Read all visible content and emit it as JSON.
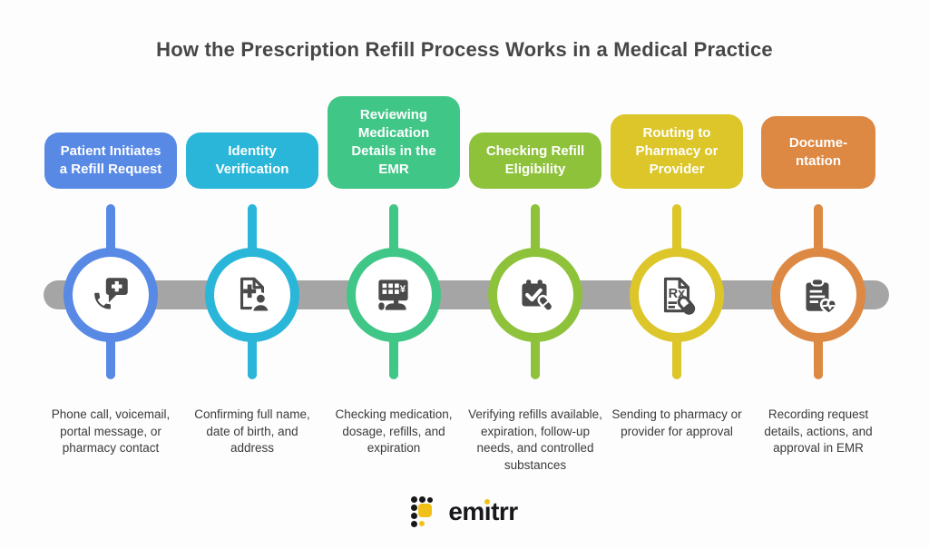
{
  "title": "How the Prescription Refill Process Works in a Medical Practice",
  "steps": [
    {
      "label": "Patient Initiates a Refill Request",
      "description": "Phone call, voicemail, portal message, or pharmacy contact",
      "color": "#5789e5",
      "icon": "phone-medical-icon"
    },
    {
      "label": "Identity Verification",
      "description": "Confirming full name, date of birth, and address",
      "color": "#29b6d9",
      "icon": "document-person-icon"
    },
    {
      "label": "Reviewing Medication Details in the EMR",
      "description": "Checking medication, dosage, refills, and expiration",
      "color": "#40c687",
      "icon": "emr-screen-icon"
    },
    {
      "label": "Checking Refill Eligibility",
      "description": "Verifying refills available, expiration, follow-up needs, and controlled substances",
      "color": "#8ec23b",
      "icon": "calendar-check-pill-icon"
    },
    {
      "label": "Routing to Pharmacy or Provider",
      "description": "Sending to pharmacy or provider for approval",
      "color": "#dcc629",
      "icon": "rx-prescription-pill-icon"
    },
    {
      "label": "Docume-ntation",
      "description": "Recording request details, actions, and approval in EMR",
      "color": "#dd8843",
      "icon": "clipboard-heart-icon"
    }
  ],
  "timeline": {
    "bar_color": "#a5a5a5",
    "icon_color": "#4a4a4a"
  },
  "logo": {
    "text": "emitrr",
    "accent_color": "#f2c118",
    "text_color": "#17171c"
  }
}
